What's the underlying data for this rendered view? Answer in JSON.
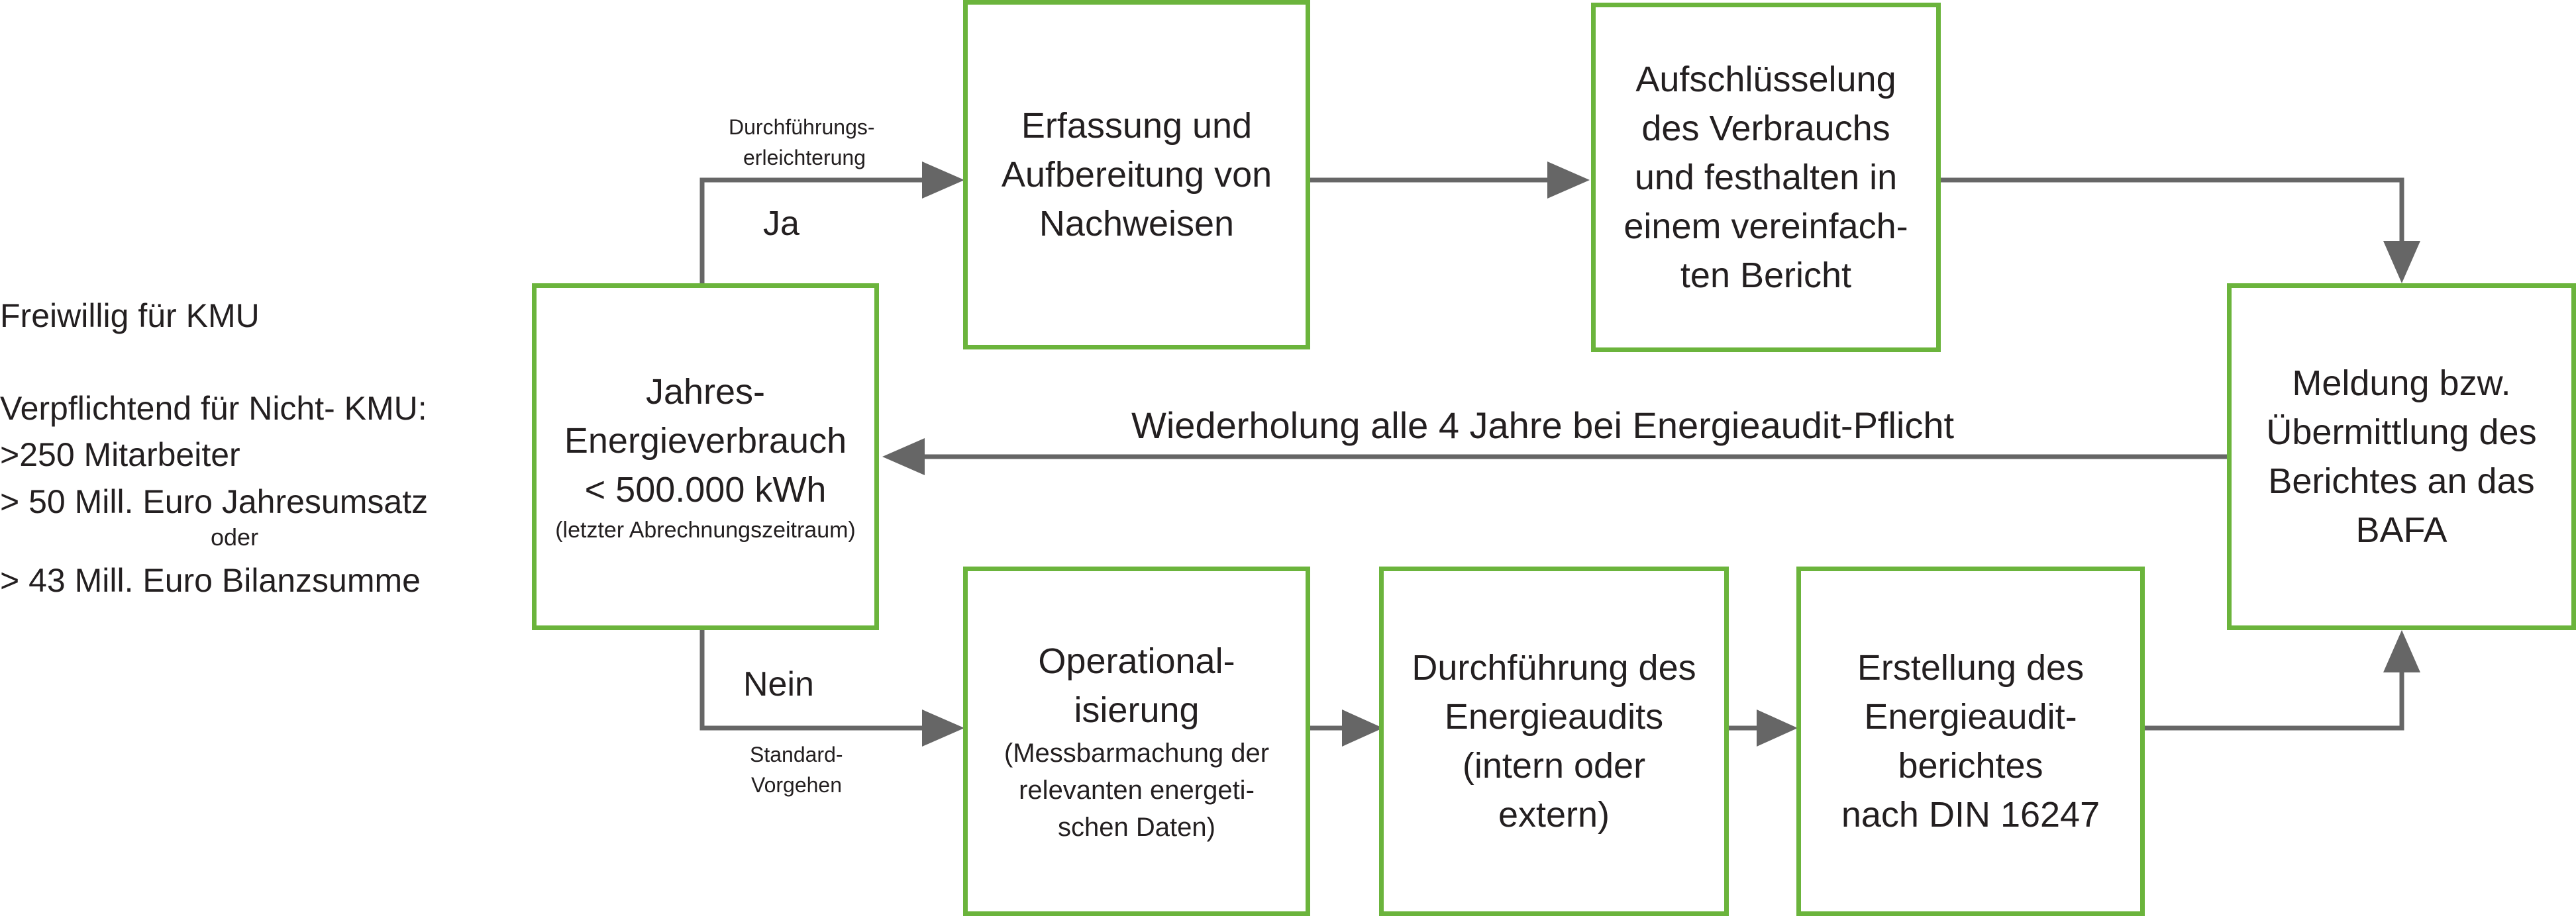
{
  "side_notes": {
    "voluntary": "Freiwillig für KMU",
    "mandatory_title": "Verpflichtend für Nicht- KMU:",
    "criteria": [
      ">250 Mitarbeiter",
      "> 50 Mill. Euro Jahresumsatz",
      "> 43 Mill. Euro Bilanzsumme"
    ],
    "or": "oder"
  },
  "boxes": {
    "consumption": {
      "lines": [
        "Jahres-",
        "Energieverbrauch",
        "< 500.000 kWh"
      ],
      "note": "(letzter Abrechnungszeitraum)"
    },
    "capture": {
      "lines": [
        "Erfassung und",
        "Aufbereitung von",
        "Nachweisen"
      ]
    },
    "breakdown": {
      "lines": [
        "Aufschlüsselung",
        "des Verbrauchs",
        "und festhalten in",
        "einem vereinfach-",
        "ten Bericht"
      ]
    },
    "report": {
      "lines": [
        "Meldung bzw.",
        "Übermittlung des",
        "Berichtes an das",
        "BAFA"
      ]
    },
    "operational": {
      "lines": [
        "Operational-",
        "isierung"
      ],
      "notes": [
        "(Messbarmachung der",
        "relevanten energeti-",
        "schen Daten)"
      ]
    },
    "execution": {
      "lines": [
        "Durchführung des",
        "Energieaudits",
        "(intern oder",
        "extern)"
      ]
    },
    "creation": {
      "lines": [
        "Erstellung des",
        "Energieaudit-",
        "berichtes",
        "nach DIN 16247"
      ]
    }
  },
  "edge_labels": {
    "yes": "Ja",
    "no": "Nein",
    "simplified": [
      "Durchführungs-",
      "erleichterung"
    ],
    "standard": [
      "Standard-",
      "Vorgehen"
    ],
    "repeat": "Wiederholung alle 4 Jahre bei Energieaudit-Pflicht"
  },
  "colors": {
    "box_border": "#6bb43c",
    "arrow": "#666666",
    "text": "#231f20"
  }
}
